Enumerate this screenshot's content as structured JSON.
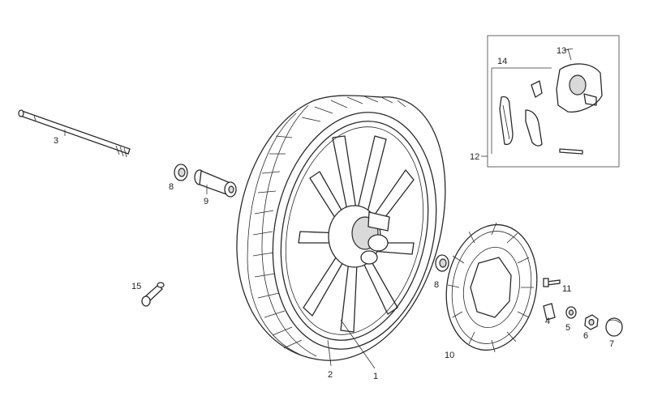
{
  "callouts": [
    {
      "id": "1",
      "label": "1"
    },
    {
      "id": "2",
      "label": "2"
    },
    {
      "id": "3",
      "label": "3"
    },
    {
      "id": "4",
      "label": "4"
    },
    {
      "id": "5",
      "label": "5"
    },
    {
      "id": "6",
      "label": "6"
    },
    {
      "id": "7",
      "label": "7"
    },
    {
      "id": "8a",
      "label": "8"
    },
    {
      "id": "8b",
      "label": "8"
    },
    {
      "id": "9",
      "label": "9"
    },
    {
      "id": "10",
      "label": "10"
    },
    {
      "id": "11",
      "label": "11"
    },
    {
      "id": "12",
      "label": "12"
    },
    {
      "id": "13",
      "label": "13"
    },
    {
      "id": "14",
      "label": "14"
    },
    {
      "id": "15",
      "label": "15"
    }
  ]
}
